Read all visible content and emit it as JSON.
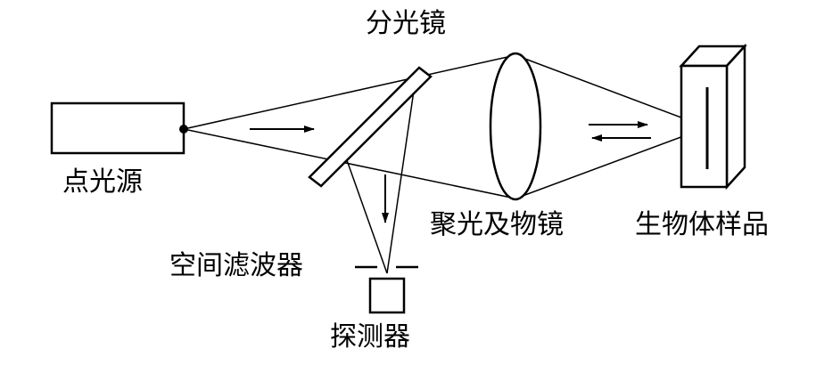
{
  "labels": {
    "beam_splitter": "分光镜",
    "point_source": "点光源",
    "objective_lens": "聚光及物镜",
    "sample": "生物体样品",
    "spatial_filter": "空间滤波器",
    "detector": "探测器"
  },
  "colors": {
    "ink": "#000000",
    "background": "#ffffff"
  }
}
